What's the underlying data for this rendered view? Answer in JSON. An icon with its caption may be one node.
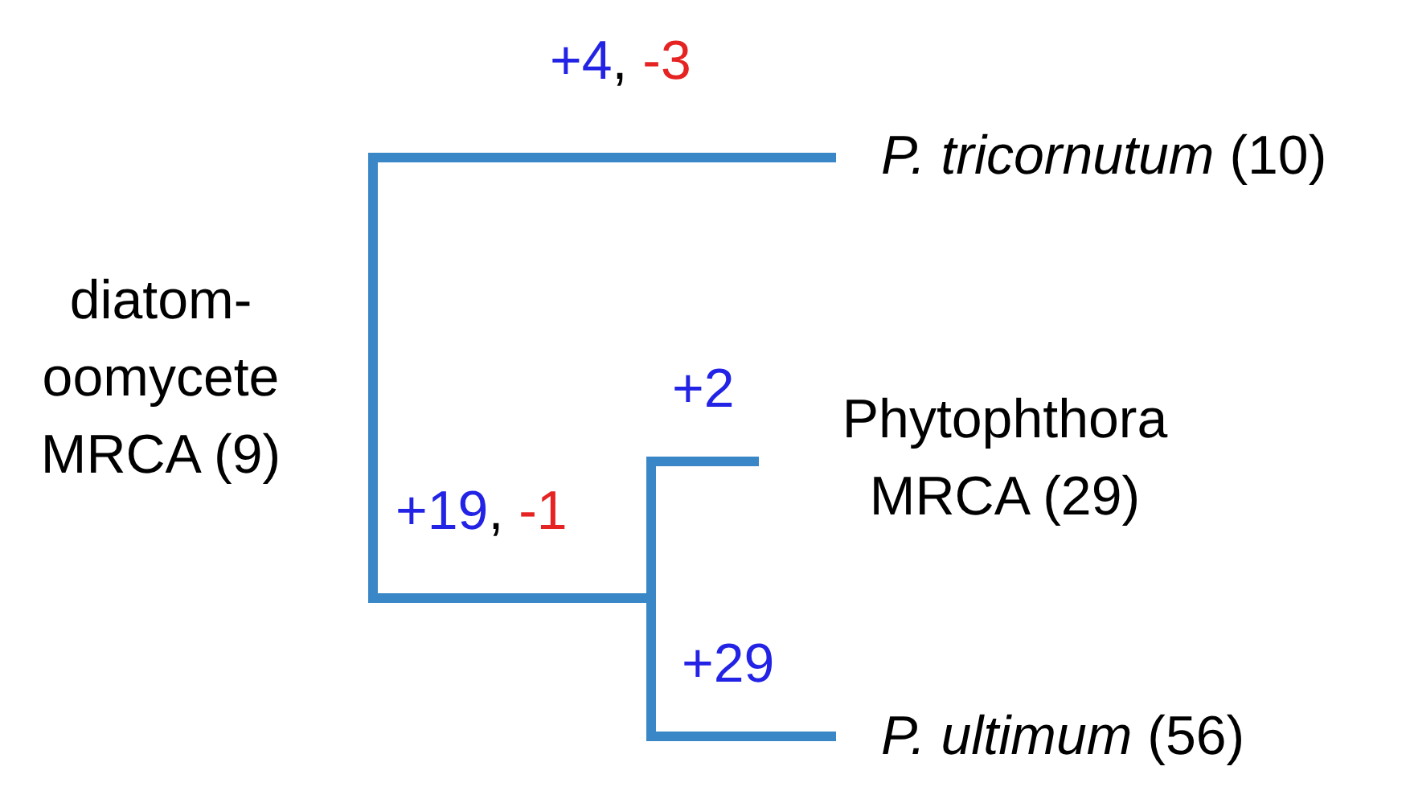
{
  "diagram": {
    "nodes": [
      {
        "text": [
          "diatom- oomycete MRCA (9)"
        ]
      },
      {
        "text": [
          "*P. tricornutum* (10)"
        ]
      },
      {
        "text": [
          "Phytophthora MRCA (29)"
        ]
      },
      {
        "text": [
          "*P. ultimum* (56)"
        ]
      },
      {
        "text": [],
        "shape": "bar"
      }
    ],
    "edges": [
      {
        "from": 0,
        "to": 1,
        "arrow": "none",
        "label": "+4, -3"
      },
      {
        "from": 0,
        "to": 4,
        "arrow": "none",
        "label": "+19, -1"
      },
      {
        "from": 4,
        "to": 2,
        "arrow": "none",
        "label": "+2"
      },
      {
        "from": 4,
        "to": 3,
        "arrow": "none",
        "label": "+29"
      }
    ]
  }
}
